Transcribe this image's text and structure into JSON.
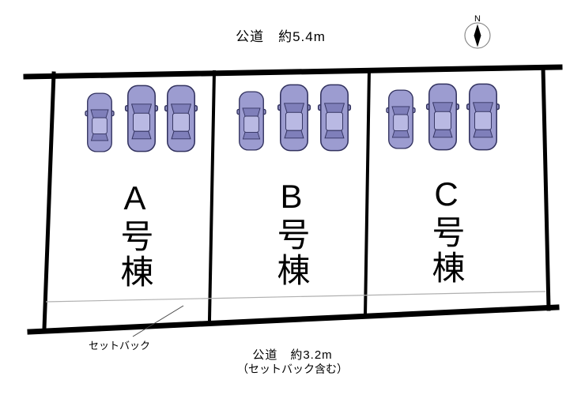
{
  "top_road": {
    "label": "公道　約5.4m"
  },
  "bottom_road": {
    "label": "公道　約3.2m",
    "note": "（セットバック含む）"
  },
  "setback": {
    "label": "セットバック"
  },
  "compass": {
    "north_label": "N"
  },
  "plots": [
    {
      "label": "A号棟"
    },
    {
      "label": "B号棟"
    },
    {
      "label": "C号棟"
    }
  ],
  "colors": {
    "line": "#000000",
    "car_body": "#9c9cd0",
    "car_glass": "#7f7fba",
    "car_roof": "#b9b9e3",
    "car_outline": "#32325f"
  }
}
